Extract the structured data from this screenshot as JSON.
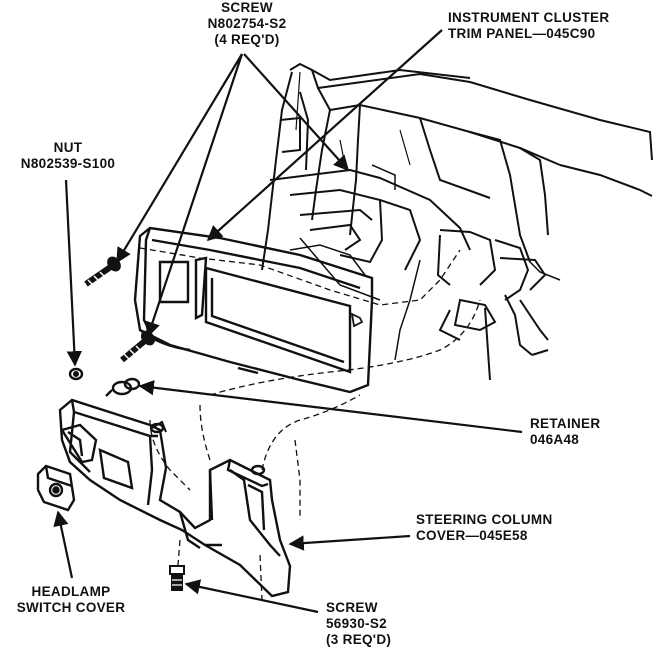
{
  "labels": {
    "screw_top": {
      "line1": "SCREW",
      "line2": "N802754-S2",
      "line3": "(4 REQ'D)"
    },
    "trim_panel": {
      "line1": "INSTRUMENT CLUSTER",
      "line2": "TRIM PANEL—045C90"
    },
    "nut": {
      "line1": "NUT",
      "line2": "N802539-S100"
    },
    "retainer": {
      "line1": "RETAINER",
      "line2": "046A48"
    },
    "steering_cover": {
      "line1": "STEERING COLUMN",
      "line2": "COVER—045E58"
    },
    "headlamp": {
      "line1": "HEADLAMP",
      "line2": "SWITCH COVER"
    },
    "screw_bottom": {
      "line1": "SCREW",
      "line2": "56930-S2",
      "line3": "(3 REQ'D)"
    }
  },
  "colors": {
    "ink": "#111111",
    "paper": "#ffffff"
  }
}
